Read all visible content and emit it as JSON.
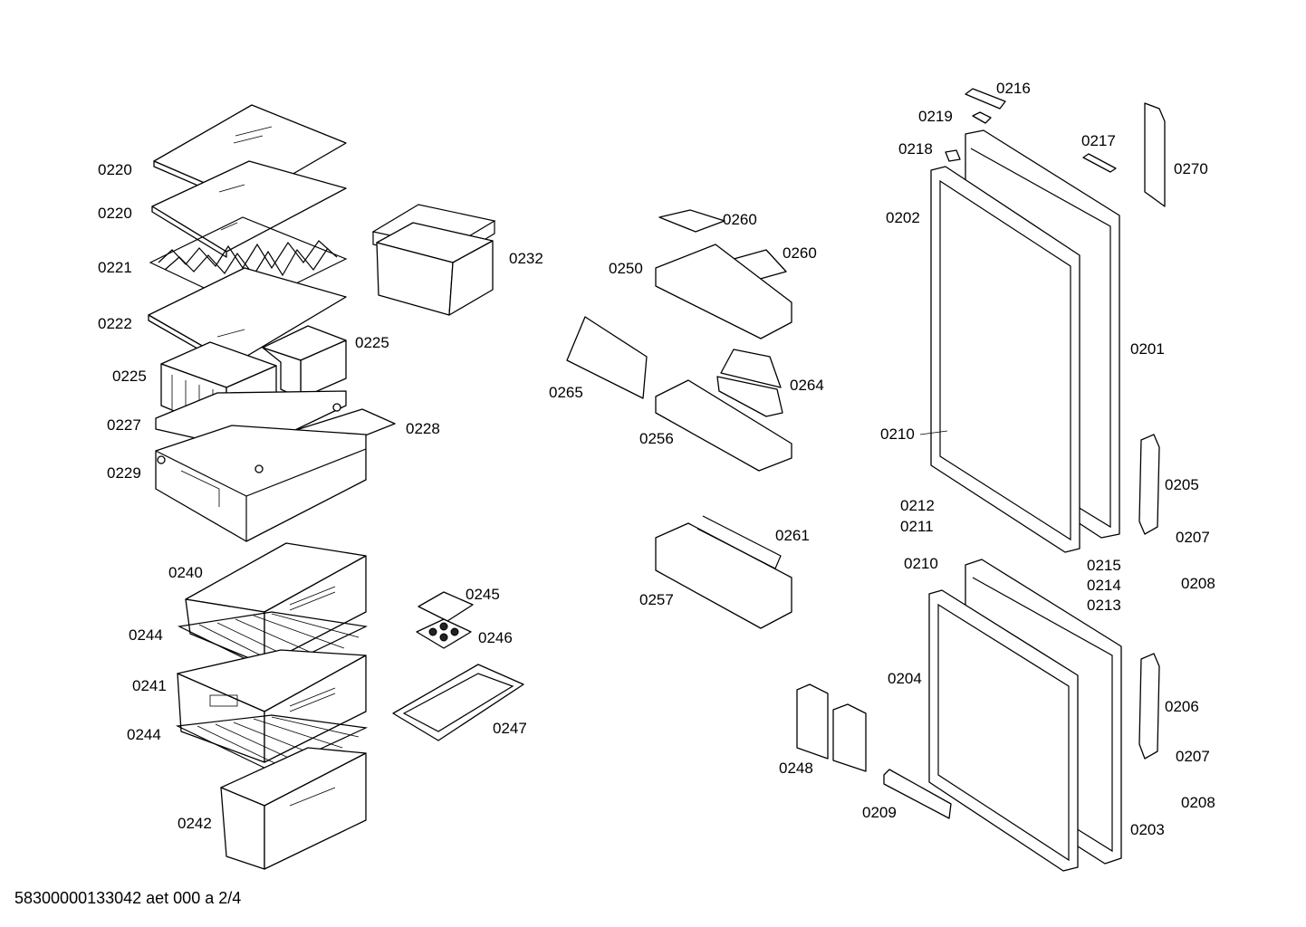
{
  "labels": {
    "l0220a": "0220",
    "l0220b": "0220",
    "l0221": "0221",
    "l0222": "0222",
    "l0225a": "0225",
    "l0225b": "0225",
    "l0227": "0227",
    "l0228": "0228",
    "l0229": "0229",
    "l0232": "0232",
    "l0240": "0240",
    "l0244a": "0244",
    "l0241": "0241",
    "l0244b": "0244",
    "l0242": "0242",
    "l0245": "0245",
    "l0246": "0246",
    "l0247": "0247",
    "l0260a": "0260",
    "l0260b": "0260",
    "l0250": "0250",
    "l0265": "0265",
    "l0264": "0264",
    "l0256": "0256",
    "l0261": "0261",
    "l0257": "0257",
    "l0248": "0248",
    "l0216": "0216",
    "l0219": "0219",
    "l0218": "0218",
    "l0217": "0217",
    "l0270": "0270",
    "l0202": "0202",
    "l0201": "0201",
    "l0210a": "0210",
    "l0205": "0205",
    "l0212": "0212",
    "l0211": "0211",
    "l0207a": "0207",
    "l0208a": "0208",
    "l0210b": "0210",
    "l0215": "0215",
    "l0214": "0214",
    "l0213": "0213",
    "l0204": "0204",
    "l0206": "0206",
    "l0207b": "0207",
    "l0208b": "0208",
    "l0209": "0209",
    "l0203": "0203"
  },
  "footer": "58300000133042 aet 000 a 2/4"
}
